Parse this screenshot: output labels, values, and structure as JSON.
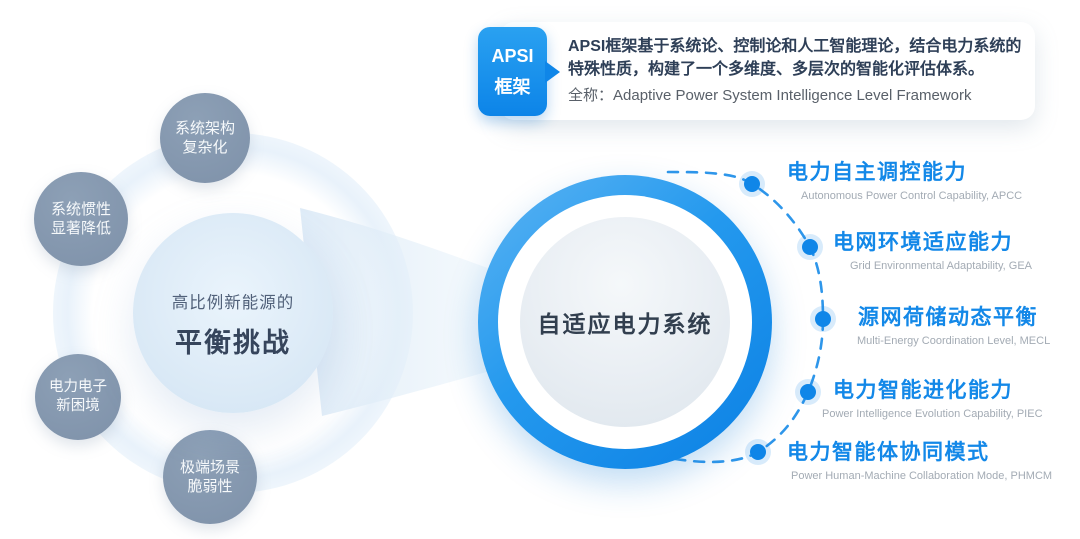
{
  "info_card": {
    "badge_line1": "APSI",
    "badge_line2": "框架",
    "description": "APSI框架基于系统论、控制论和人工智能理论，结合电力系统的特殊性质，构建了一个多维度、多层次的智能化评估体系。",
    "full_name": "全称：Adaptive Power System Intelligence Level Framework"
  },
  "challenge_bubbles": [
    {
      "line1": "系统架构",
      "line2": "复杂化"
    },
    {
      "line1": "系统惯性",
      "line2": "显著降低"
    },
    {
      "line1": "电力电子",
      "line2": "新困境"
    },
    {
      "line1": "极端场景",
      "line2": "脆弱性"
    }
  ],
  "central_challenge": {
    "line1": "高比例新能源的",
    "line2": "平衡挑战"
  },
  "core_system": {
    "label": "自适应电力系统"
  },
  "capabilities": [
    {
      "zh": "电力自主调控能力",
      "en": "Autonomous Power Control Capability, APCC"
    },
    {
      "zh": "电网环境适应能力",
      "en": "Grid Environmental Adaptability, GEA"
    },
    {
      "zh": "源网荷储动态平衡",
      "en": "Multi-Energy Coordination Level, MECL"
    },
    {
      "zh": "电力智能进化能力",
      "en": "Power Intelligence Evolution Capability, PIEC"
    },
    {
      "zh": "电力智能体协同模式",
      "en": "Power Human-Machine Collaboration Mode, PHMCM"
    }
  ],
  "colors": {
    "accent_blue": "#1388e8",
    "ring_gradient_start": "#5cb4f3",
    "ring_gradient_end": "#0b80e4",
    "bubble_gray": "#8295ab",
    "heading_navy": "#2e3f57",
    "subtitle_gray": "#a3abb4",
    "light_circle_fill": "#ddebf7"
  }
}
